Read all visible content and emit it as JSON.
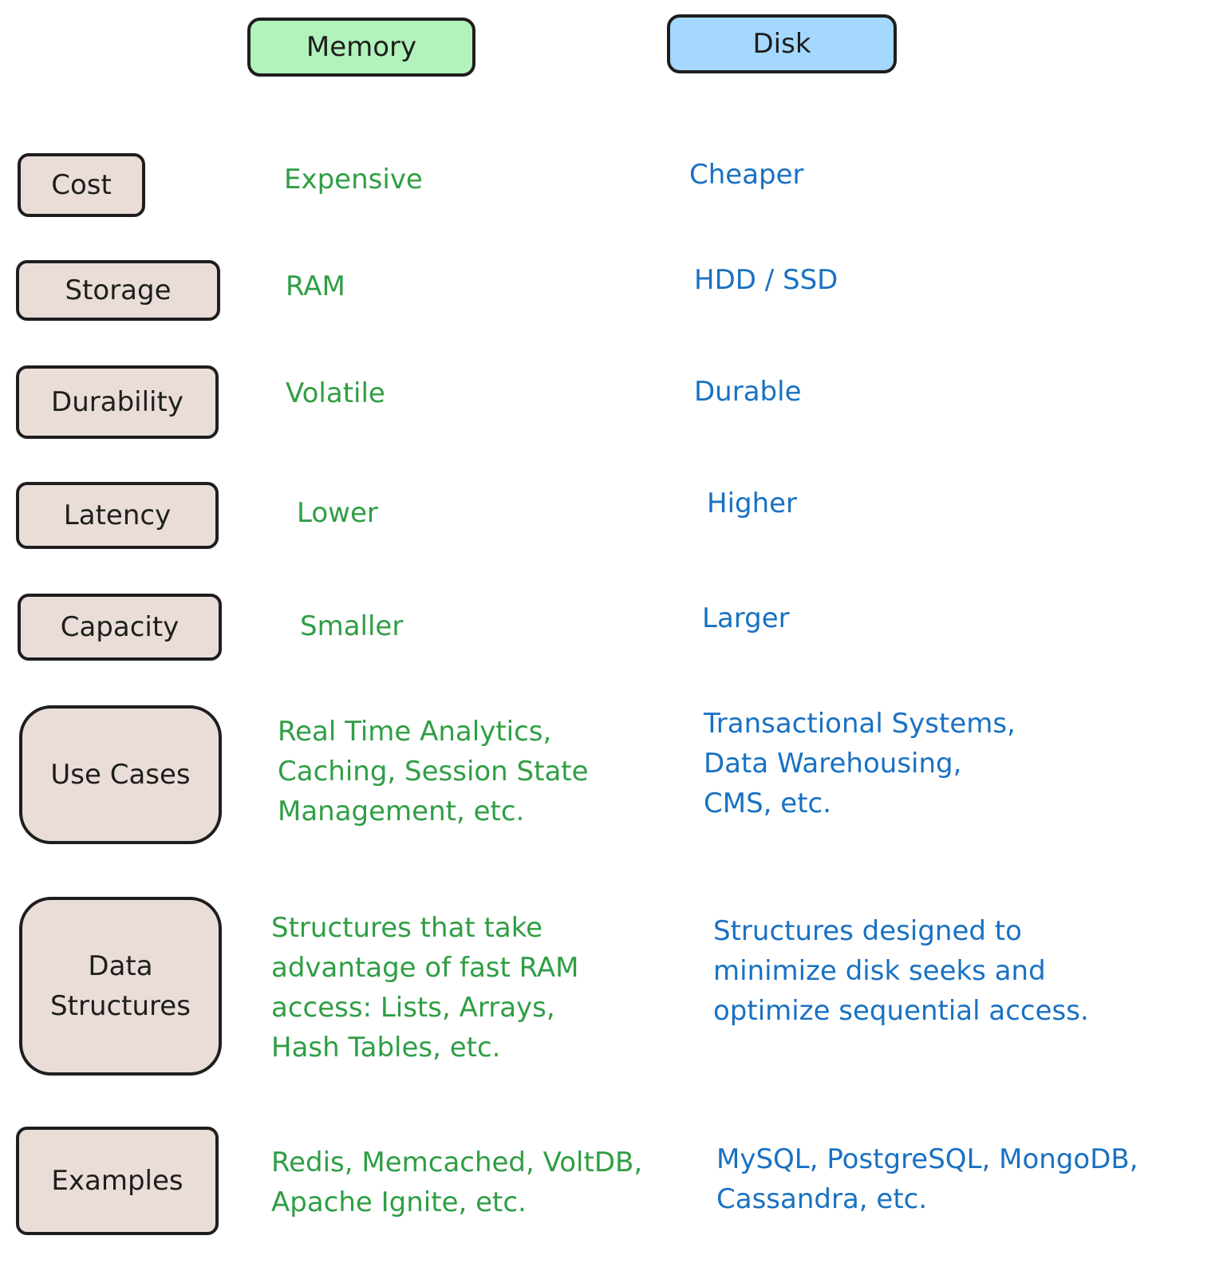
{
  "headers": {
    "memory": {
      "label": "Memory",
      "color": "#b2f2bb"
    },
    "disk": {
      "label": "Disk",
      "color": "#a5d8ff"
    }
  },
  "colors": {
    "label_fill": "#eaddd7",
    "memory_text": "#2f9e44",
    "disk_text": "#1971c2",
    "stroke": "#1e1e1e"
  },
  "rows": [
    {
      "label": "Cost",
      "memory": "Expensive",
      "disk": "Cheaper"
    },
    {
      "label": "Storage",
      "memory": "RAM",
      "disk": "HDD / SSD"
    },
    {
      "label": "Durability",
      "memory": "Volatile",
      "disk": "Durable"
    },
    {
      "label": "Latency",
      "memory": "Lower",
      "disk": "Higher"
    },
    {
      "label": "Capacity",
      "memory": "Smaller",
      "disk": "Larger"
    },
    {
      "label": "Use Cases",
      "memory": "Real Time Analytics,\nCaching, Session State\nManagement, etc.",
      "disk": "Transactional Systems,\nData Warehousing,\nCMS, etc."
    },
    {
      "label": "Data\nStructures",
      "memory": "Structures that take\nadvantage of fast RAM\naccess: Lists, Arrays,\nHash Tables, etc.",
      "disk": "Structures designed to\nminimize disk seeks and\noptimize sequential access."
    },
    {
      "label": "Examples",
      "memory": "Redis, Memcached, VoltDB,\nApache Ignite, etc.",
      "disk": "MySQL, PostgreSQL, MongoDB,\nCassandra, etc."
    }
  ]
}
